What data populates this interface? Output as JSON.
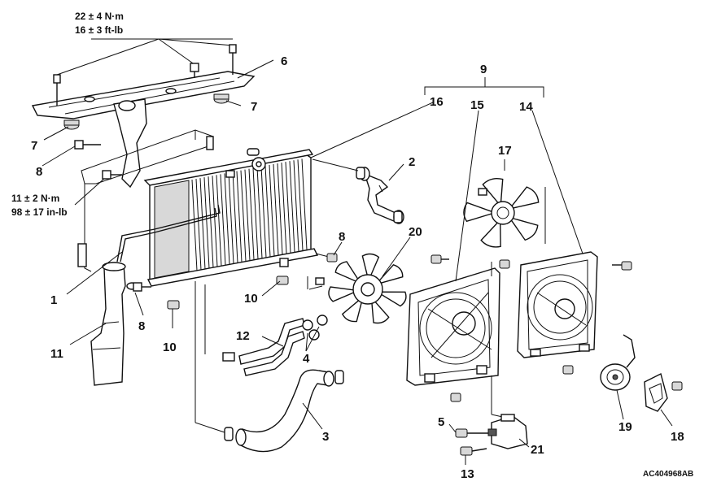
{
  "torque_top": {
    "line1": "22 ± 4 N·m",
    "line2": "16 ± 3 ft-lb"
  },
  "torque_left": {
    "line1": "11 ± 2 N·m",
    "line2": "98 ± 17 in-lb"
  },
  "figure_code": "AC404968AB",
  "callouts": {
    "c1": "1",
    "c2": "2",
    "c3": "3",
    "c4": "4",
    "c5": "5",
    "c6": "6",
    "c7a": "7",
    "c7b": "7",
    "c8a": "8",
    "c8b": "8",
    "c8c": "8",
    "c9": "9",
    "c10a": "10",
    "c10b": "10",
    "c11": "11",
    "c12": "12",
    "c13": "13",
    "c14": "14",
    "c15": "15",
    "c16": "16",
    "c17": "17",
    "c18": "18",
    "c19": "19",
    "c20": "20",
    "c21": "21"
  }
}
